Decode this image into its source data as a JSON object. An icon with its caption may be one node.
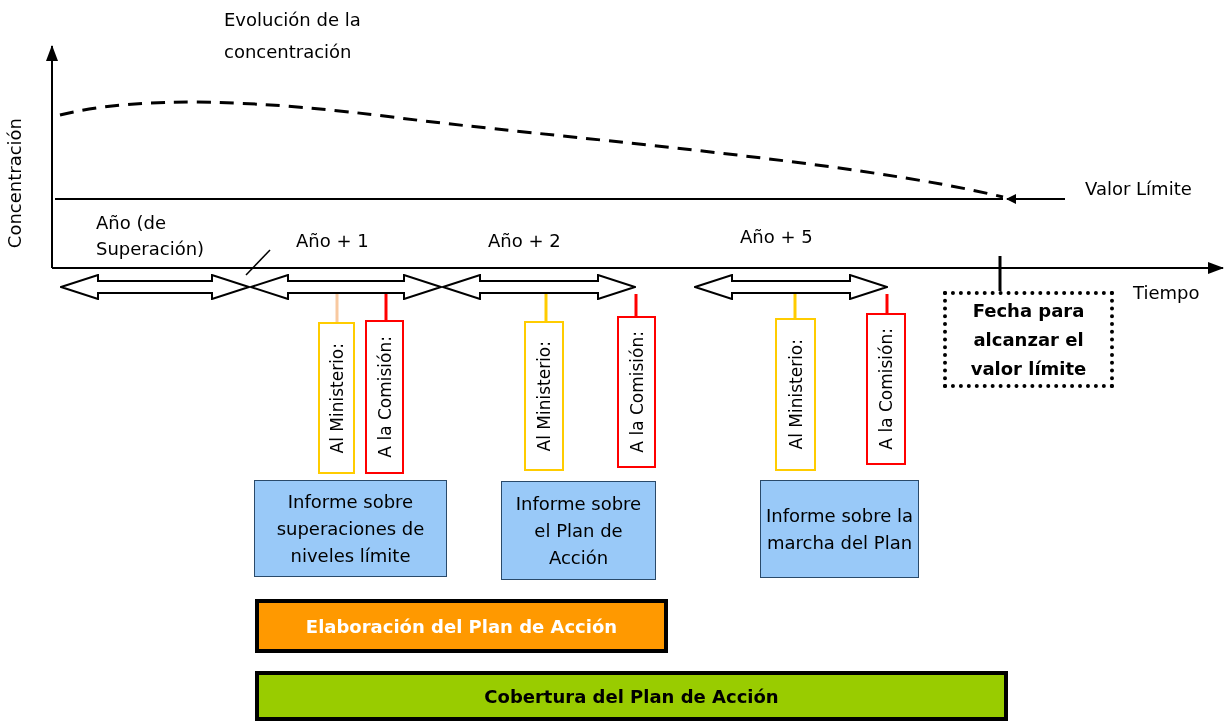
{
  "diagram": {
    "nodes": [
      {
        "text": [
          "Año (de Superación)"
        ]
      },
      {
        "text": [
          "Año + 1"
        ]
      },
      {
        "text": [
          "Año + 2"
        ]
      },
      {
        "text": [
          "Año + 5"
        ]
      },
      {
        "text": [
          "Al Ministerio:"
        ]
      },
      {
        "text": [
          "A la Comisión:"
        ]
      },
      {
        "text": [
          "Al Ministerio:"
        ]
      },
      {
        "text": [
          "A la Comisión:"
        ]
      },
      {
        "text": [
          "Al Ministerio:"
        ]
      },
      {
        "text": [
          "A la Comisión:"
        ]
      },
      {
        "text": [
          "Informe sobre superaciones de niveles límite"
        ]
      },
      {
        "text": [
          "Informe sobre el Plan de Acción"
        ]
      },
      {
        "text": [
          "Informe sobre la marcha del Plan"
        ]
      },
      {
        "text": [
          "Fecha para alcanzar el valor límite"
        ]
      },
      {
        "text": [
          "Elaboración del Plan de Acción"
        ]
      },
      {
        "text": [
          "Cobertura del Plan de Acción"
        ]
      },
      {
        "text": [
          "Valor Límite"
        ]
      },
      {
        "text": [],
        "shape": "line"
      }
    ],
    "edges": [
      {
        "from": 1,
        "to": 4,
        "arrow": "none",
        "color": "#f8c9a0"
      },
      {
        "from": 1,
        "to": 5,
        "arrow": "none",
        "color": "#ff0000"
      },
      {
        "from": 2,
        "to": 6,
        "arrow": "none",
        "color": "#ffcc00"
      },
      {
        "from": 2,
        "to": 7,
        "arrow": "none",
        "color": "#ff0000"
      },
      {
        "from": 3,
        "to": 8,
        "arrow": "none",
        "color": "#ffcc00"
      },
      {
        "from": 3,
        "to": 9,
        "arrow": "none",
        "color": "#ff0000"
      },
      {
        "from": 16,
        "to": 17,
        "arrow": "to",
        "color": "#000000"
      }
    ],
    "labels": [
      "Evolución de la concentración",
      "Concentración",
      "Tiempo"
    ]
  }
}
